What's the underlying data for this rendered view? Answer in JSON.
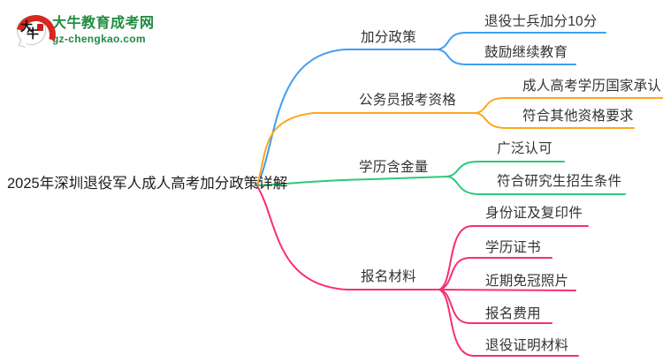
{
  "logo": {
    "brand_name": "大牛教育成考网",
    "brand_domain": "gz-chengkao.com",
    "mark_char_1": "大",
    "mark_char_2": "牛",
    "brand_color": "#1e8b40",
    "mark_red": "#d6281e"
  },
  "mindmap": {
    "root": {
      "label": "2025年深圳退役军人成人高考加分政策详解"
    },
    "branches": [
      {
        "label": "加分政策",
        "color": "#3f9df3",
        "children": [
          "退役士兵加分10分",
          "鼓励继续教育"
        ]
      },
      {
        "label": "公务员报考资格",
        "color": "#ffa620",
        "children": [
          "成人高考学历国家承认",
          "符合其他资格要求"
        ]
      },
      {
        "label": "学历含金量",
        "color": "#2bc97a",
        "children": [
          "广泛认可",
          "符合研究生招生条件"
        ]
      },
      {
        "label": "报名材料",
        "color": "#f72e78",
        "children": [
          "身份证及复印件",
          "学历证书",
          "近期免冠照片",
          "报名费用",
          "退役证明材料"
        ]
      }
    ]
  }
}
